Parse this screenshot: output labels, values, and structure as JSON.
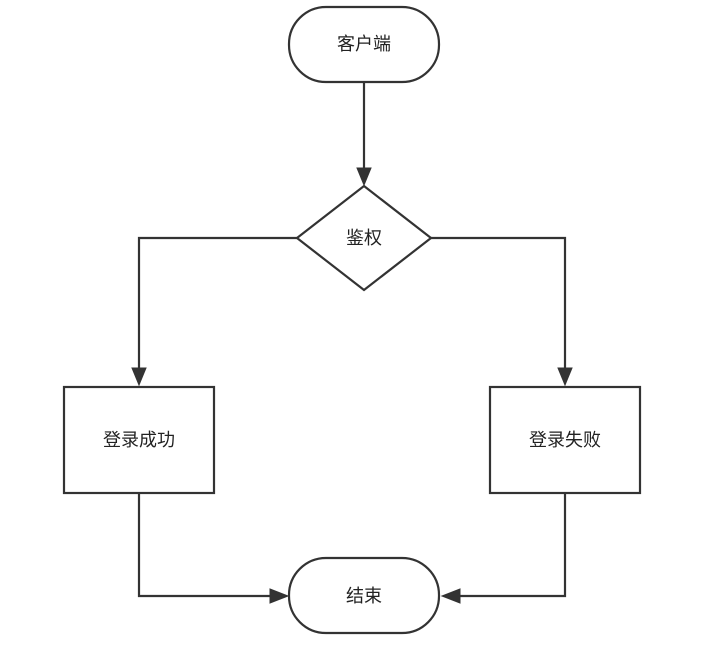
{
  "nodes": {
    "client": {
      "label": "客户端"
    },
    "auth": {
      "label": "鉴权"
    },
    "login_success": {
      "label": "登录成功"
    },
    "login_failure": {
      "label": "登录失败"
    },
    "end": {
      "label": "结束"
    }
  },
  "colors": {
    "stroke": "#333333",
    "fill": "#ffffff",
    "text": "#222222"
  }
}
